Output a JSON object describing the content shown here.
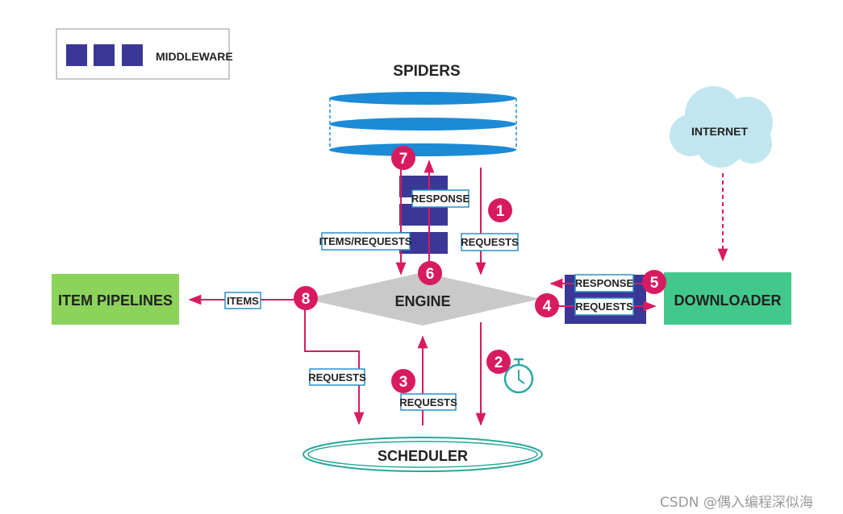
{
  "legend": {
    "label": "MIDDLEWARE"
  },
  "nodes": {
    "spiders": "SPIDERS",
    "engine": "ENGINE",
    "scheduler": "SCHEDULER",
    "downloader": "DOWNLOADER",
    "item_pipelines": "ITEM PIPELINES",
    "internet": "INTERNET"
  },
  "edge_labels": {
    "response_spider": "RESPONSE",
    "items_requests": "ITEMS/REQUESTS",
    "requests_1": "REQUESTS",
    "response_dl": "RESPONSE",
    "requests_dl": "REQUESTS",
    "items": "ITEMS",
    "requests_8": "REQUESTS",
    "requests_3": "REQUESTS"
  },
  "steps": [
    "1",
    "2",
    "3",
    "4",
    "5",
    "6",
    "7",
    "8"
  ],
  "watermark": "CSDN @偶入编程深似海",
  "colors": {
    "magenta": "#d81b60",
    "middleware": "#3a3796",
    "spider_blue": "#1d8ad6",
    "engine_gray": "#c9c9c9",
    "item_green": "#8bd35a",
    "downloader_green": "#43c88c",
    "cloud": "#c2e6ef",
    "label_border": "#2a90c8",
    "scheduler_ring": "#2aa79a"
  }
}
